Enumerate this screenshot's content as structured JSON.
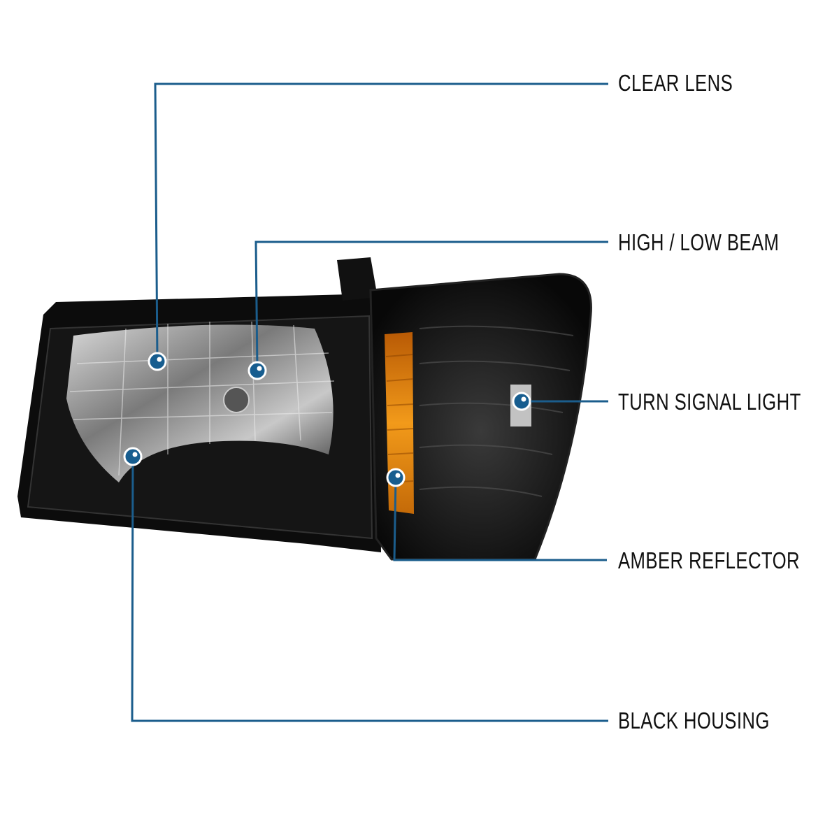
{
  "callouts": [
    {
      "id": "clear-lens",
      "label": "CLEAR LENS"
    },
    {
      "id": "high-low-beam",
      "label": "HIGH / LOW BEAM"
    },
    {
      "id": "turn-signal-light",
      "label": "TURN SIGNAL LIGHT"
    },
    {
      "id": "amber-reflector",
      "label": "AMBER REFLECTOR"
    },
    {
      "id": "black-housing",
      "label": "BLACK HOUSING"
    }
  ],
  "colors": {
    "leader": "#1b5d8c",
    "dot": "#175d8f",
    "amber": "#e98a12",
    "housing": "#0c0c0c"
  }
}
